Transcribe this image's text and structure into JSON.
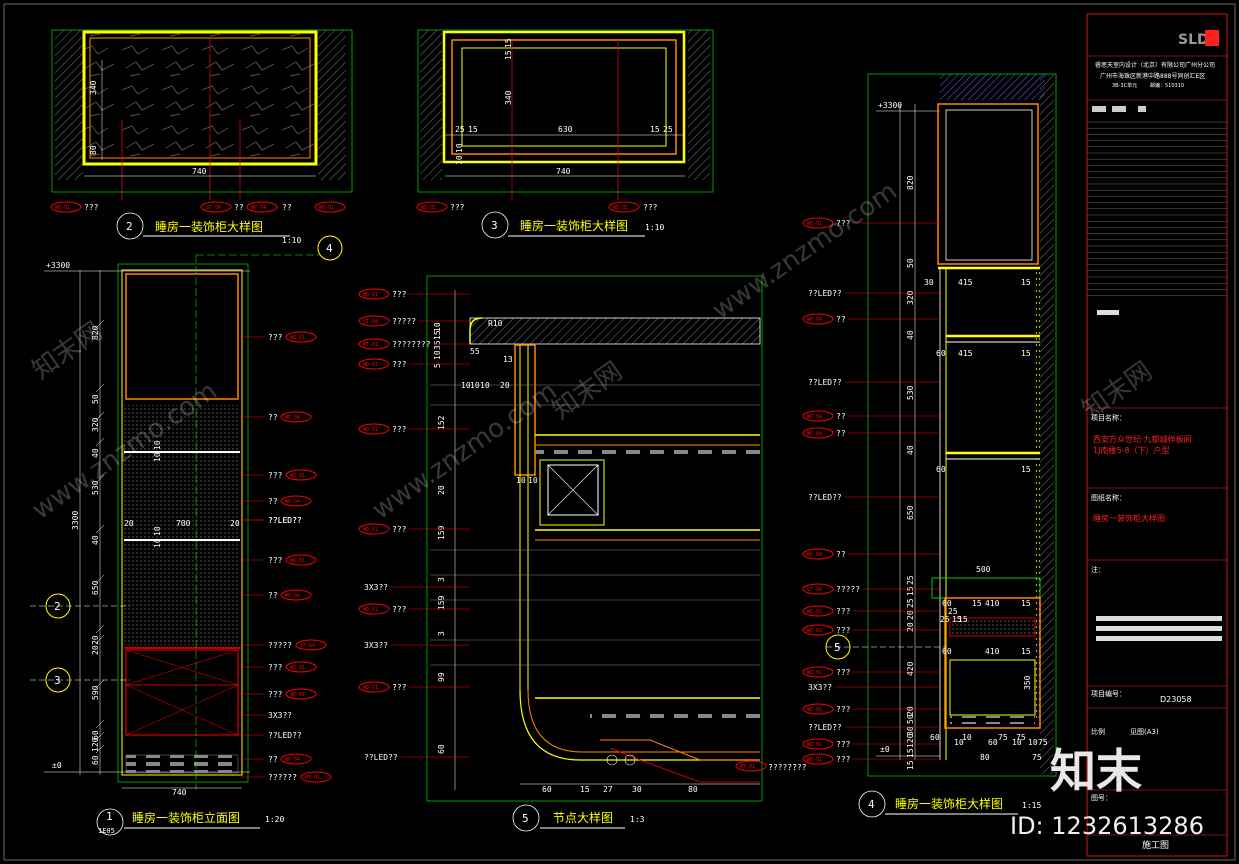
{
  "titles": {
    "v1": {
      "num": "1",
      "sheet": "1E05",
      "name": "睡房一装饰柜立面图",
      "scale": "1:20"
    },
    "v2": {
      "num": "2",
      "name": "睡房一装饰柜大样图",
      "scale": "1:10"
    },
    "v3": {
      "num": "3",
      "name": "睡房一装饰柜大样图",
      "scale": "1:10"
    },
    "v4": {
      "num": "4",
      "name": "睡房一装饰柜大样图",
      "scale": "1:15"
    },
    "v5": {
      "num": "5",
      "name": "节点大样图",
      "scale": "1:3"
    }
  },
  "v2": {
    "dims": [
      "340",
      "80",
      "740"
    ],
    "tags": [
      "WD-01",
      "ST-04",
      "WP-04",
      "WD-01"
    ],
    "notes": [
      "???",
      "??",
      "??"
    ]
  },
  "v3": {
    "dims": [
      "15",
      "15",
      "340",
      "25",
      "15",
      "630",
      "15",
      "25",
      "10",
      "10",
      "740"
    ],
    "tags": [
      "WD-01",
      "WD-01"
    ],
    "notes": [
      "???",
      "???"
    ]
  },
  "v1": {
    "level_top": "+3300",
    "level_bottom": "±0",
    "total_height": "3300",
    "width": "740",
    "inner": [
      "20",
      "700",
      "20"
    ],
    "dims_left": [
      "820",
      "50",
      "320",
      "40",
      "530",
      "40",
      "650",
      "20",
      "20",
      "590",
      "60",
      "120",
      "60"
    ],
    "dims_inner": [
      "10",
      "10",
      "10",
      "10"
    ],
    "section_marks": [
      "2",
      "3"
    ],
    "section4": "4",
    "labels": [
      {
        "note": "???",
        "tag": "WD-01"
      },
      {
        "note": "??",
        "tag": "WP-04"
      },
      {
        "note": "??LED??",
        "tag": ""
      },
      {
        "note": "???",
        "tag": "WD-01"
      },
      {
        "note": "??",
        "tag": "WP-04"
      },
      {
        "note": "??LED??",
        "tag": ""
      },
      {
        "note": "???",
        "tag": "WD-01"
      },
      {
        "note": "??",
        "tag": "WP-04"
      },
      {
        "note": "?????",
        "tag": "ST-04"
      },
      {
        "note": "???",
        "tag": "WD-01"
      },
      {
        "note": "???",
        "tag": "WD-01"
      },
      {
        "note": "3X3??",
        "tag": ""
      },
      {
        "note": "??LED??",
        "tag": ""
      },
      {
        "note": "??",
        "tag": "WP-04"
      },
      {
        "note": "??????",
        "tag": "MT-01"
      }
    ]
  },
  "v5": {
    "dims_top": [
      "R10",
      "10",
      "15",
      "35",
      "10",
      "5",
      "55",
      "10",
      "10",
      "10",
      "20",
      "13"
    ],
    "dims_left": [
      "152",
      "20",
      "159",
      "3",
      "159",
      "3",
      "99",
      "60"
    ],
    "dims_bottom": [
      "60",
      "15",
      "27",
      "30",
      "80"
    ],
    "dims_mid": [
      "10",
      "10"
    ],
    "labels_left": [
      {
        "note": "???",
        "tag": "WD-01"
      },
      {
        "note": "?????",
        "tag": "ST-04"
      },
      {
        "note": "????????",
        "tag": "MT-01"
      },
      {
        "note": "???",
        "tag": "WD-01"
      },
      {
        "note": "???",
        "tag": "WD-01"
      },
      {
        "note": "???",
        "tag": "WD-01"
      },
      {
        "note": "3X3??",
        "tag": ""
      },
      {
        "note": "???",
        "tag": "WD-01"
      },
      {
        "note": "3X3??",
        "tag": ""
      },
      {
        "note": "???",
        "tag": "WD-01"
      },
      {
        "note": "??LED??",
        "tag": ""
      }
    ],
    "label_bottom": {
      "note": "????????",
      "tag": "MT-01"
    }
  },
  "v4": {
    "level_top": "+3300",
    "level_bottom": "±0",
    "dims_left": [
      "820",
      "50",
      "320",
      "40",
      "530",
      "40",
      "650",
      "25",
      "15",
      "25",
      "20",
      "20",
      "420",
      "20",
      "50",
      "30",
      "120",
      "15",
      "15"
    ],
    "dims_right": [
      "415",
      "415",
      "500",
      "410",
      "410",
      "350"
    ],
    "dims_misc": [
      "30",
      "15",
      "60",
      "15",
      "60",
      "15",
      "60",
      "15",
      "25",
      "15",
      "60",
      "15",
      "10",
      "75",
      "75",
      "25",
      "15",
      "15",
      "60",
      "10",
      "60",
      "10",
      "10",
      "75",
      "80",
      "75"
    ],
    "section5": "5",
    "labels": [
      {
        "note": "???",
        "tag": "WD-01"
      },
      {
        "note": "??LED??",
        "tag": ""
      },
      {
        "note": "??",
        "tag": "WP-04"
      },
      {
        "note": "??LED??",
        "tag": ""
      },
      {
        "note": "??",
        "tag": "WP-04"
      },
      {
        "note": "??",
        "tag": "WP-04"
      },
      {
        "note": "??LED??",
        "tag": ""
      },
      {
        "note": "??",
        "tag": "WP-04"
      },
      {
        "note": "?????",
        "tag": "ST-04"
      },
      {
        "note": "???",
        "tag": "WD-01"
      },
      {
        "note": "???",
        "tag": "WD-01"
      },
      {
        "note": "???",
        "tag": "WD-01"
      },
      {
        "note": "3X3??",
        "tag": ""
      },
      {
        "note": "???",
        "tag": "WD-01"
      },
      {
        "note": "??LED??",
        "tag": ""
      },
      {
        "note": "???",
        "tag": "WD-01"
      },
      {
        "note": "???",
        "tag": "WD-01"
      }
    ]
  },
  "title_block": {
    "logo": "SLD",
    "company": "睿思天室内设计（北京）有限公司广州分公司",
    "address": "广州市海珠区新港中路888号同创汇E区",
    "address2": "3B-3C单元",
    "postcode": "邮编：510310",
    "project_label": "项目名称：",
    "project_name": "西安万众世纪·九都城样板间",
    "project_name2": "1J南楼5-8（下）户型",
    "drawing_label": "图纸名称：",
    "drawing_name": "睡房一装饰柜大样图",
    "note_label": "注：",
    "code_label": "项目编号：",
    "code": "D23058",
    "ratio_label": "比例",
    "ratio": "见图(A3)",
    "no_label": "图号：",
    "stage": "施工图"
  },
  "watermark": {
    "brand": "知末",
    "id": "ID: 1232613286",
    "diag": "www.znzmo.com",
    "diag2": "知末网"
  }
}
